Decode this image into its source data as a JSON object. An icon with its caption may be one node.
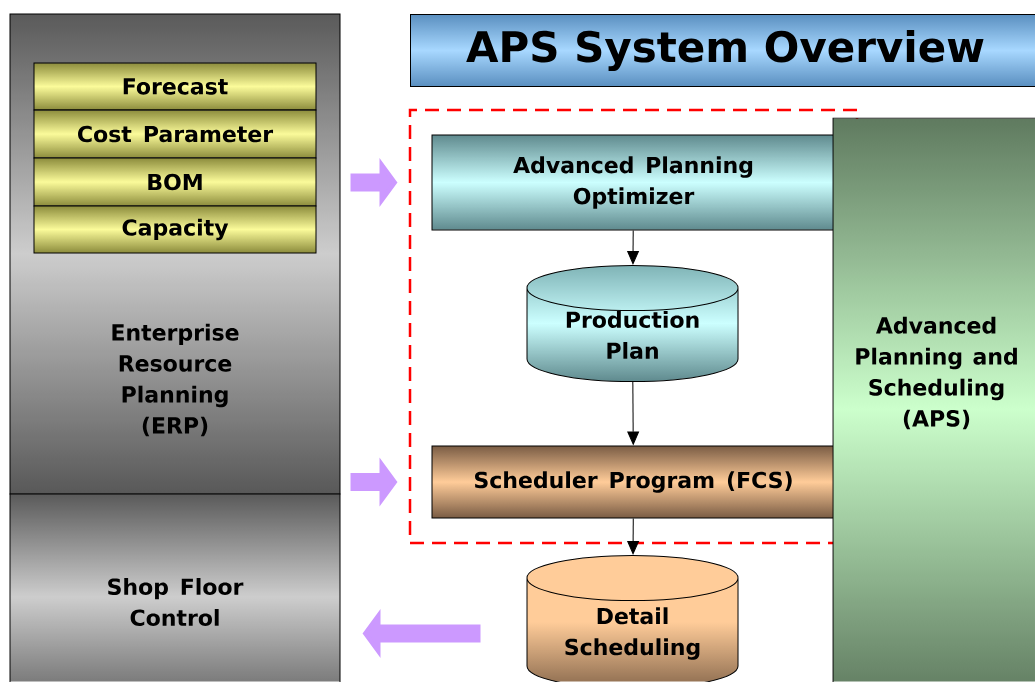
{
  "diagram": {
    "title": "APS System Overview",
    "nodes": [
      {
        "text": [
          "Enterprise Resource Planning (ERP)"
        ]
      },
      {
        "text": [
          "Forecast"
        ],
        "in": 0
      },
      {
        "text": [
          "Cost Parameter"
        ],
        "in": 0
      },
      {
        "text": [
          "BOM"
        ],
        "in": 0
      },
      {
        "text": [
          "Capacity"
        ],
        "in": 0
      },
      {
        "text": [
          "Shop Floor Control"
        ]
      },
      {
        "text": [],
        "shape": "box"
      },
      {
        "text": [
          "Advanced Planning Optimizer"
        ],
        "in": 6
      },
      {
        "text": [
          "Production Plan"
        ],
        "in": 6
      },
      {
        "text": [
          "Scheduler Program (FCS)"
        ],
        "in": 6
      },
      {
        "text": [
          "Detail Scheduling"
        ]
      },
      {
        "text": [
          "Advanced Planning and Scheduling (APS)"
        ]
      }
    ],
    "edges": [
      {
        "from": 0,
        "to": 7,
        "arrow": "to",
        "style": "thick",
        "color": "#cc99ff"
      },
      {
        "from": 0,
        "to": 9,
        "arrow": "to",
        "style": "thick",
        "color": "#cc99ff"
      },
      {
        "from": 7,
        "to": 8,
        "arrow": "to",
        "color": "#000000"
      },
      {
        "from": 8,
        "to": 9,
        "arrow": "to",
        "color": "#000000"
      },
      {
        "from": 9,
        "to": 10,
        "arrow": "to",
        "color": "#000000"
      },
      {
        "from": 10,
        "to": 5,
        "arrow": "to",
        "style": "thick",
        "color": "#cc99ff"
      }
    ]
  }
}
